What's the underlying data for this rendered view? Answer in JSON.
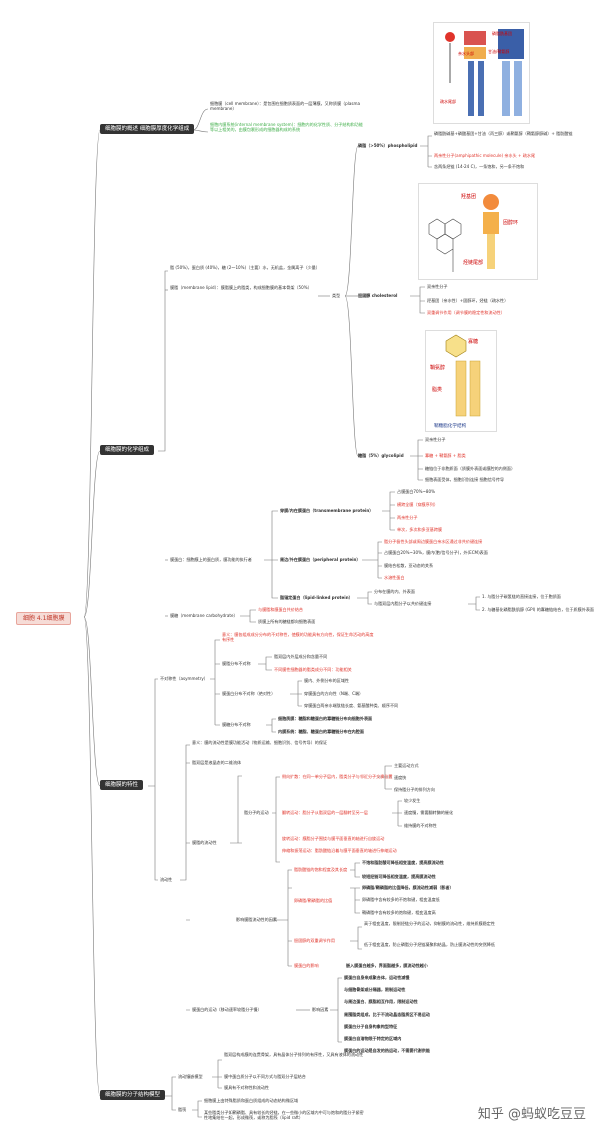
{
  "root": "细胞 4.1细胞膜",
  "sections": {
    "s1": {
      "title": "细胞膜的概述 细胞膜厚度化学组成",
      "n1": "细胞膜（cell membrane）：是包围在细胞质表面的一层薄膜，又称质膜（plasma membrane）",
      "n2": "细胞内膜系统(internal membrane system)：细胞内的化学性质、分子结构和功能等以上相关的，由膜包裹形成的细胞器构成的系统"
    },
    "s2": {
      "title": "细胞膜的化学组成",
      "comp": "脂 (50%)，蛋白质 (40%)，糖 (2～10%)（主要）水，无机盐，金属离子（少量）",
      "lipid": "膜脂（membrane lipid）：膜脂膜上的脂类，构成细胞膜的基本骨架（50%）",
      "lei": "类型",
      "phos": {
        "label": "磷脂（>50%）phospholipid",
        "items": [
          "磷脂酰碱基+磷酸基团+甘油（丙三醇）或鞘氨醇（鞘氨醇醇碱）+ 脂肪酸链",
          "两亲性分子(amphipathic molecule) 亲水头 + 疏水尾",
          "含两条烃链 (14-24 C)，一条饱和，另一条不饱和"
        ],
        "img_labels": [
          "磷脂酰基团",
          "亲水头部",
          "甘油/鞘氨醇",
          "疏水尾部"
        ]
      },
      "chol": {
        "label": "胆固醇 cholesterol",
        "items": [
          "双亲性分子",
          "羟基团（亲水性）+固醇环，烃链（疏水性）",
          "双重调节作用（调节膜的稳定性和流动性）"
        ],
        "img_labels": [
          "羟基团",
          "固醇环",
          "烃链尾部"
        ]
      },
      "glyc": {
        "label": "糖脂（5%）glycolipid",
        "items": [
          "双亲性分子",
          "寡糖 + 鞘氨醇 + 脂类",
          "糖链位于非胞质面（质膜外表面或膜腔的内侧面）",
          "细胞表面受体，细胞识别连接  细胞信号传导"
        ],
        "img_labels": [
          "寡糖",
          "鞘氨醇",
          "脂类",
          "鞘糖脂化学结构"
        ]
      },
      "protein": "膜蛋白：细胞膜上的蛋白质，膜功能的执行者",
      "p1": {
        "label": "穿膜/内在膜蛋白（transmembrane protein）",
        "items": [
          "占膜蛋白70%~80%",
          "横跨全膜（穿膜序列）",
          "两亲性分子",
          "单次，多次和多亚基跨膜"
        ]
      },
      "p2": {
        "label": "周边/外在膜蛋白（peripheral protein）",
        "items": [
          "脂分子极性头部或周边膜蛋白亲水区通过非共价键连接",
          "占膜蛋白20%~30%，膜内(胞/信号分子)，外(ECM)表面",
          "膜结合松散，亚动态的关系",
          "水溶性蛋白"
        ]
      },
      "p3": {
        "label": "脂锚定蛋白（lipid-linked protein）",
        "items": [
          "分布在膜的内、外表面",
          "与脂双层内脂分子以共价键连接"
        ],
        "sub": [
          "1. 与脂分子碳氢链的直接连接，位于胞质面",
          "2. 与糖基化磷脂酰肌醇 (GPI) 的寡糖链结合，位于质膜外表面"
        ]
      },
      "carb": "膜糖（membrane carbohydrate）",
      "c1": "与膜脂和膜蛋白共价结合",
      "c2": "质膜上所有的糖链都向细胞表面"
    },
    "s3": {
      "title": "细胞膜的特性",
      "asym": "不对称性（asymmetry）",
      "a_items": [
        "意义：膜各组成成分分布的不对称性，使膜的功能具有方向性，保证生命活动的高度有序性",
        "膜脂分布不对称",
        "脂双层内外层成分和含量不同",
        "不同膜性细胞器的脂类成分不同：功能相关",
        "膜蛋白分布不对称（绝对性）",
        "膜内、外侧分布的区域性",
        "穿膜蛋白的方向性（N端、C端）",
        "穿膜蛋白两亲水端肽链长度、氨基酸种类、顺序不同",
        "膜糖分布不对称",
        "细胞质膜：糖脂和糖蛋白的寡糖链分布向细胞外表面",
        "内膜系统：糖脂、糖蛋白的寡糖链分布在内腔面"
      ],
      "fluid": "流动性",
      "f_items": [
        "意义：膜的流动性是膜功能活动（物质运输、细胞识别、信号传导）的保证",
        "脂双层是液晶态的二维流体",
        "膜脂的流动性",
        "脂分子的运动",
        "侧向扩散：在同一单分子层内，脂类分子与邻近分子交换位置",
        "主要运动方式",
        "速度快",
        "保持脂分子的排列方向",
        "翻转运动：脂分子从脂双层的一层翻转至另一层",
        "较少发生",
        "速度慢，需要翻转酶的催化",
        "维持膜的不对称性",
        "旋转运动：膜脂分子围绕与膜平面垂直的轴进行自旋运动",
        "伸缩和振荡运动：脂肪酸链沿着与膜平面垂直的轴进行伸缩运动",
        "影响膜脂流动性的因素",
        "脂肪酸链的饱和程度及其长度",
        "不饱和脂肪酸可降低相变温度，提高膜流动性",
        "较短烃链可降低相变温度，提高膜流动性",
        "卵磷脂/鞘磷脂的比值",
        "卵磷脂/鞘磷脂的比值降低，膜流动性减弱（影者）",
        "卵磷脂中含有较多的不饱和键，相变温度低",
        "鞘磷脂中含有较多的饱和键，相变温度高",
        "胆固醇的双重调节作用",
        "高于相变温度，限制烃链分子的运动，抑制膜的流动性，维持质膜稳定性",
        "低于相变温度，防止磷脂分子烃链凝聚和结晶，防止膜流动性的突然降低",
        "膜蛋白的影响",
        "嵌入膜蛋白越多，界面脂越多，膜流动性越小",
        "膜蛋白的运动（移动速率较脂分子慢）",
        "影响因素",
        "膜蛋白自身来成聚合体，运动性减慢",
        "与细胞骨架或分隔器，限制运动性",
        "与周边蛋白、膜脂相互作用，限制运动性",
        "周围脂类组成，比于不流动晶态脂质区不易运动",
        "膜蛋白分子自身构象构型特征",
        "膜蛋白自溶物限于特定的区域内",
        "膜蛋白的运动是自发的热运动，不需要代谢供能"
      ]
    },
    "s4": {
      "title": "细胞膜的分子结构模型",
      "model": "流动镶嵌模型",
      "m_items": [
        "脂双层构成膜的连贯骨架，具有晶体分子排列的有序性，又具有液体的流动性",
        "膜中蛋白质分子以不同方式与脂双分子层结合",
        "膜具有不对称性和流动性"
      ],
      "raft": "脂筏",
      "r_items": [
        "细胞膜上由特殊脂质和蛋白质组成的动态结构微区域",
        "某些脂类分子如鞘磷脂、具有较长的烃链，在一些微小的区域内中可与饱和的脂分子紧密性地集结在一起，形成微筏，或称为脂筏（lipid raft）"
      ]
    }
  },
  "watermark": "知乎 @蚂蚁吃豆豆"
}
